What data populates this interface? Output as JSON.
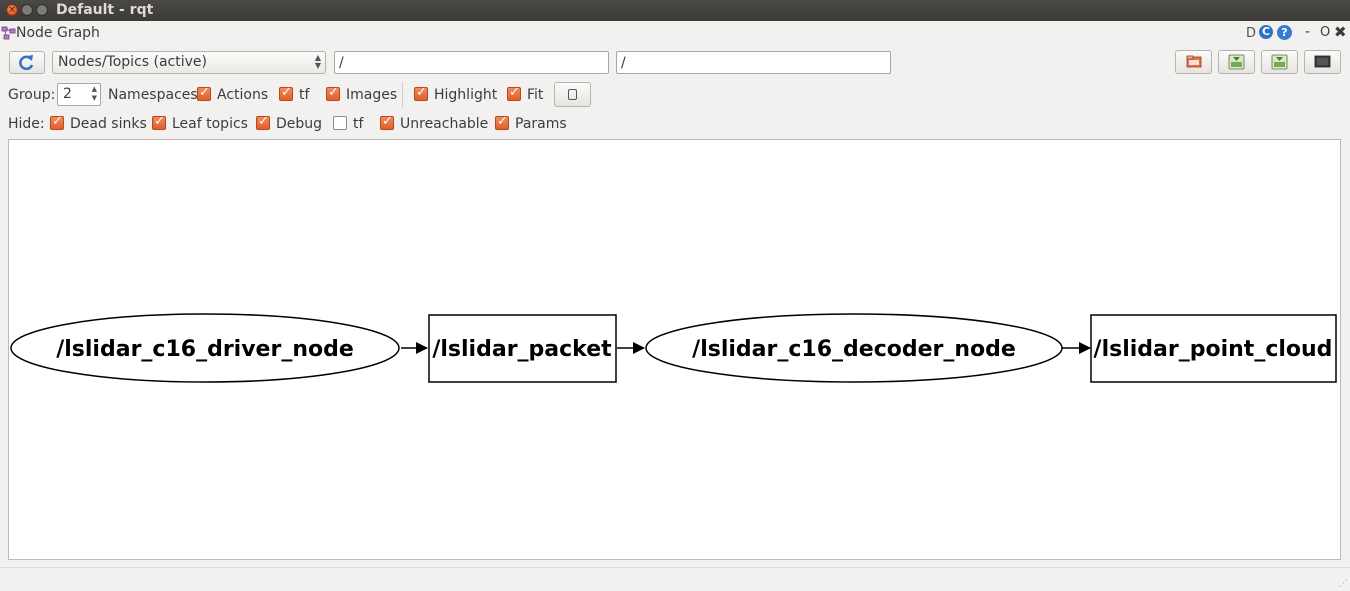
{
  "window": {
    "title": "Default - rqt"
  },
  "plugin": {
    "title": "Node Graph",
    "header_icons": {
      "d_label": "D",
      "c_label": "C",
      "help_label": "?"
    },
    "header_controls": {
      "min": "-",
      "max": "O",
      "close": "✖"
    }
  },
  "toolbar": {
    "graph_mode": "Nodes/Topics (active)",
    "node_filter": "/",
    "topic_filter": "/",
    "icons": [
      "refresh-icon",
      "open-icon",
      "save-dot-icon",
      "save-image-icon",
      "screen-icon"
    ]
  },
  "options": {
    "group_label": "Group:",
    "group_value": "2",
    "checkboxes": [
      {
        "label": "Namespaces",
        "checked": true
      },
      {
        "label": "Actions",
        "checked": true
      },
      {
        "label": "tf",
        "checked": true
      },
      {
        "label": "Images",
        "checked": true
      },
      {
        "label": "Highlight",
        "checked": true
      },
      {
        "label": "Fit",
        "checked": true
      }
    ]
  },
  "hide": {
    "label": "Hide:",
    "checkboxes": [
      {
        "label": "Dead sinks",
        "checked": true
      },
      {
        "label": "Leaf topics",
        "checked": true
      },
      {
        "label": "Debug",
        "checked": true
      },
      {
        "label": "tf",
        "checked": false
      },
      {
        "label": "Unreachable",
        "checked": true
      },
      {
        "label": "Params",
        "checked": true
      }
    ]
  },
  "graph": {
    "nodes": [
      {
        "label": "/lslidar_c16_driver_node",
        "kind": "node"
      },
      {
        "label": "/lslidar_packet",
        "kind": "topic"
      },
      {
        "label": "/lslidar_c16_decoder_node",
        "kind": "node"
      },
      {
        "label": "/lslidar_point_cloud",
        "kind": "topic"
      }
    ]
  }
}
